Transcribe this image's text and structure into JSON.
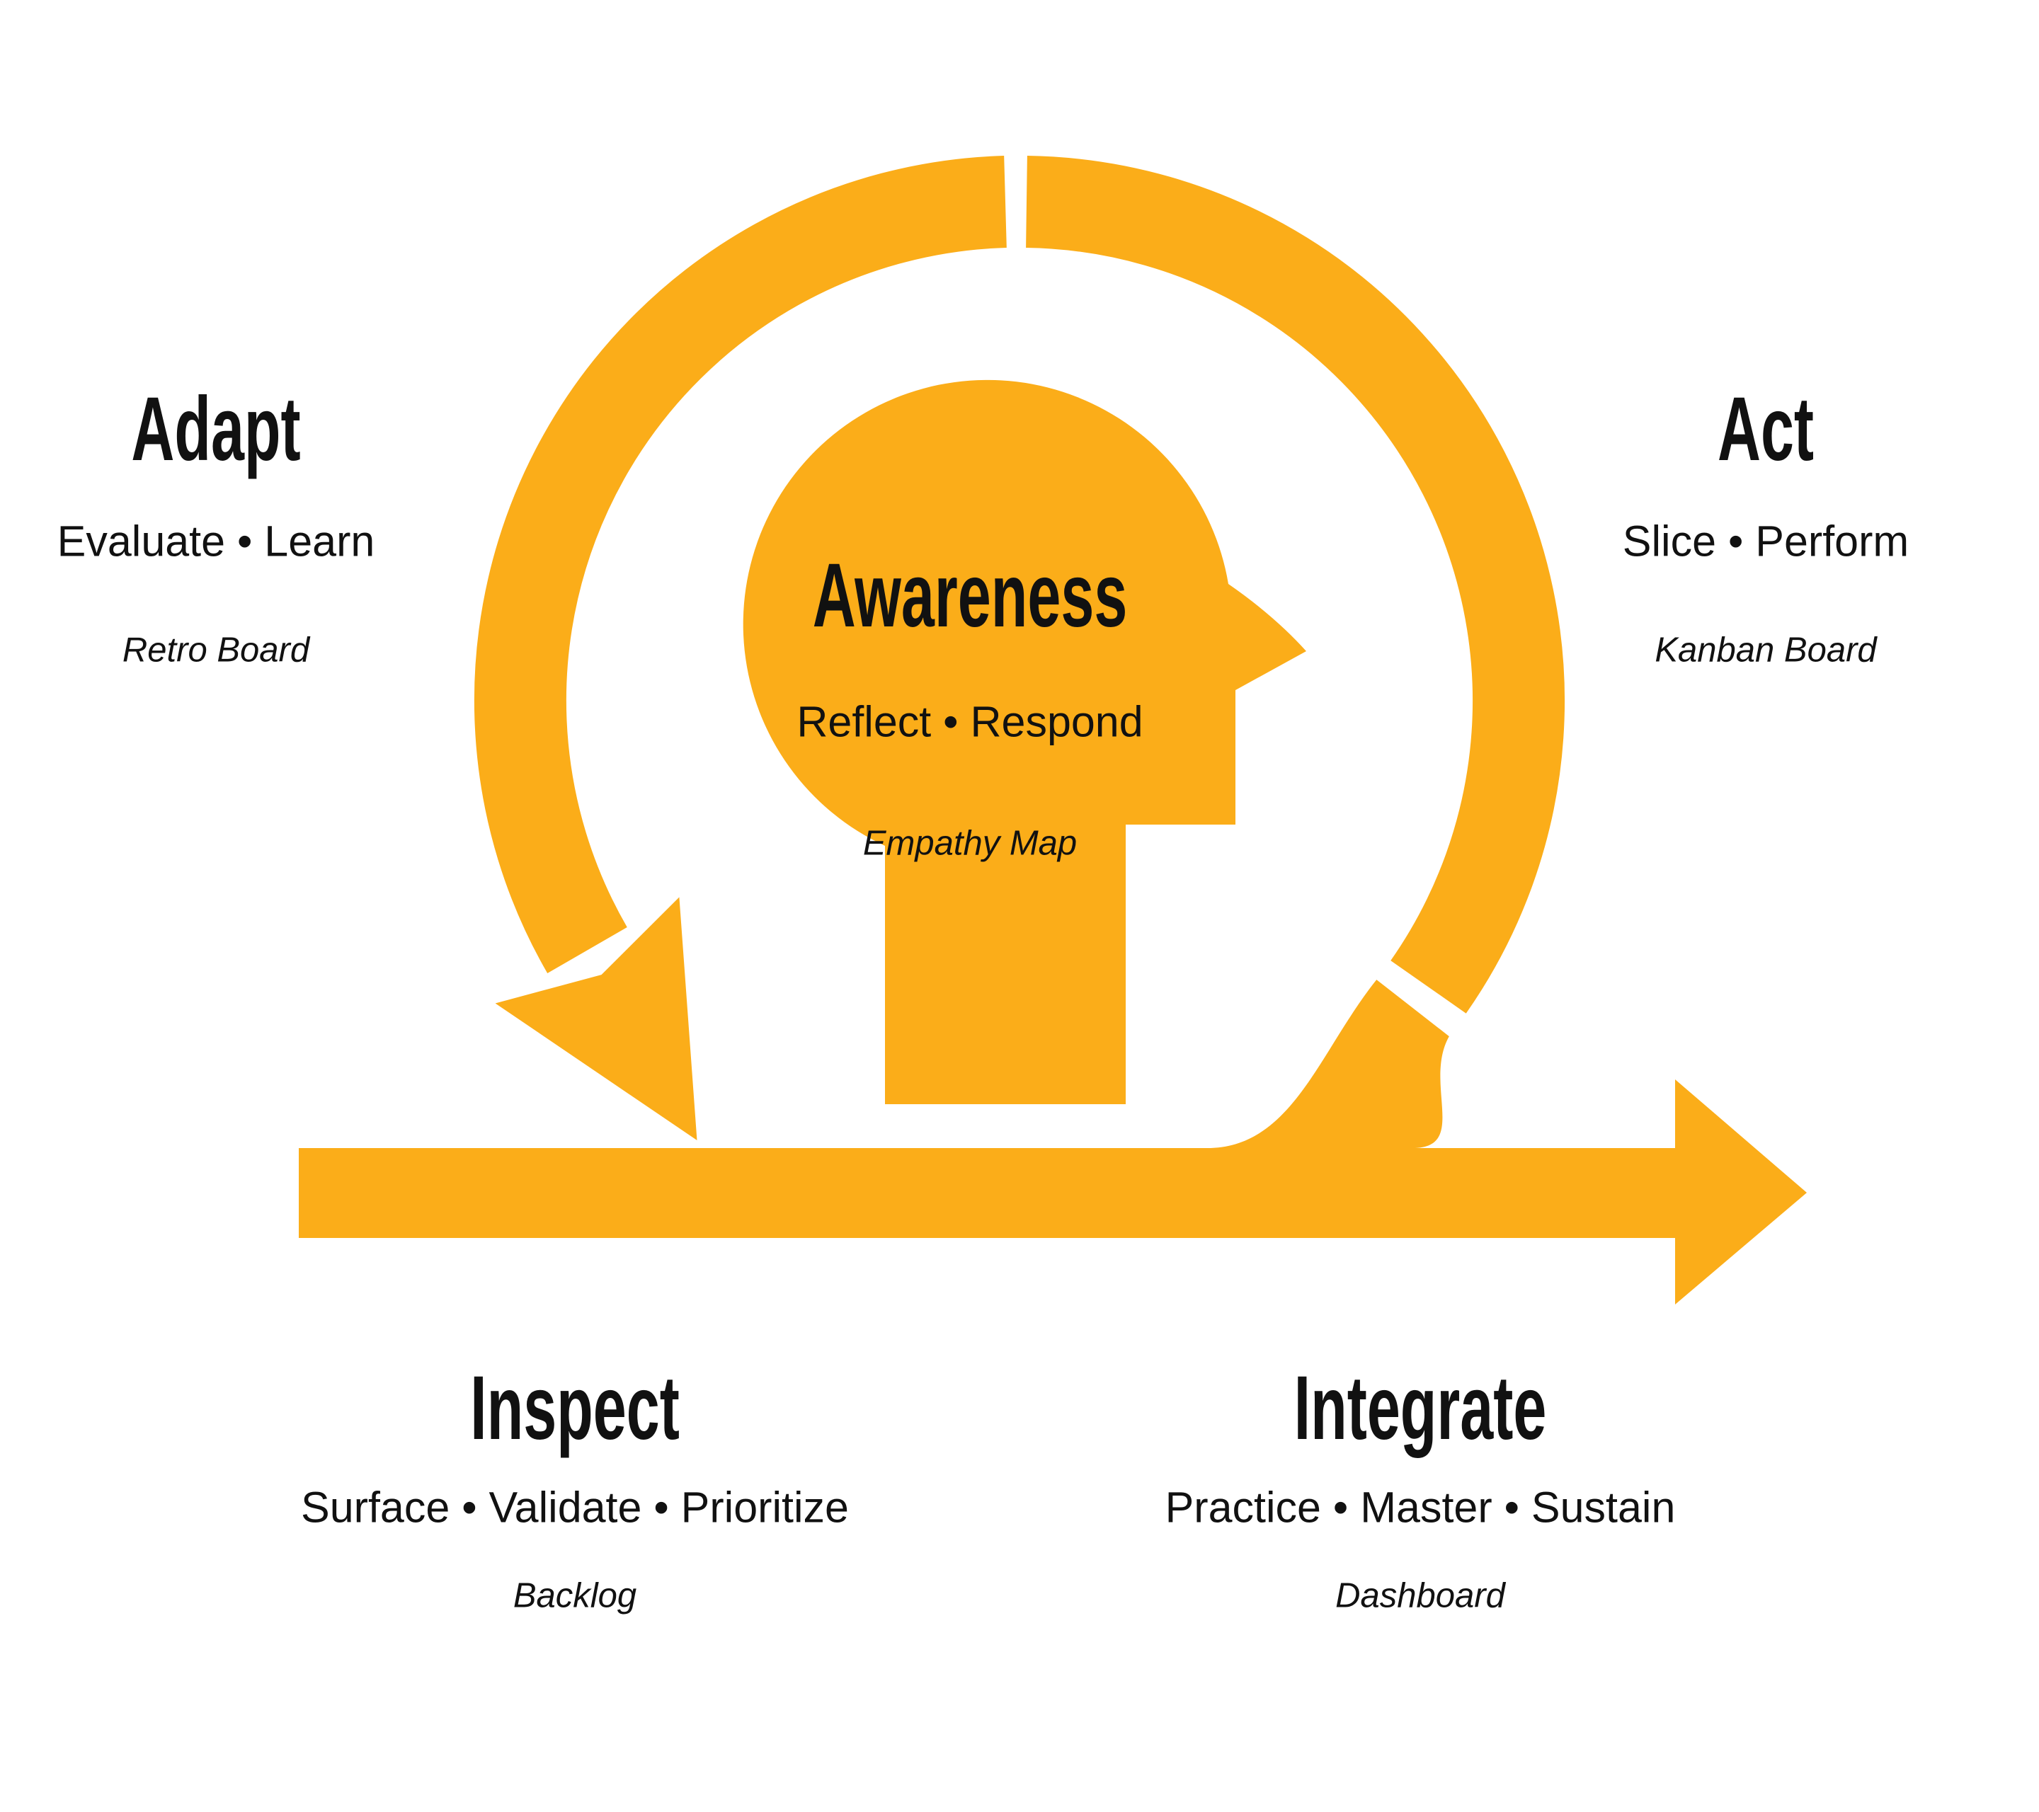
{
  "colors": {
    "accent": "#FBAD19",
    "text": "#111111",
    "background": "#FFFFFF"
  },
  "icons": {
    "loop_left": "sprint-loop-left-arc-icon",
    "loop_right": "sprint-loop-right-arc-icon",
    "loop_connector": "sprint-loop-connector-icon",
    "loop_arrowhead": "loop-arrowhead-icon",
    "timeline_arrow": "timeline-arrow-icon",
    "head": "head-silhouette-icon"
  },
  "diagram": {
    "center": {
      "title": "Awareness",
      "subtitle": "Reflect • Respond",
      "caption": "Empathy Map"
    },
    "adapt": {
      "title": "Adapt",
      "subtitle": "Evaluate • Learn",
      "caption": "Retro Board"
    },
    "act": {
      "title": "Act",
      "subtitle": "Slice • Perform",
      "caption": "Kanban Board"
    },
    "inspect": {
      "title": "Inspect",
      "subtitle": "Surface • Validate • Prioritize",
      "caption": "Backlog"
    },
    "integrate": {
      "title": "Integrate",
      "subtitle": "Practice • Master • Sustain",
      "caption": "Dashboard"
    }
  }
}
